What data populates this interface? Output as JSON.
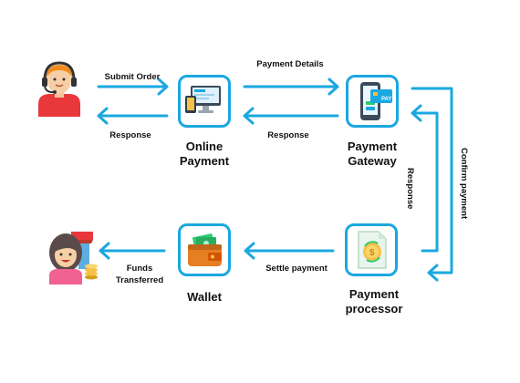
{
  "nodes": {
    "online_payment": "Online Payment",
    "payment_gateway": "Payment Gateway",
    "payment_processor": "Payment processor",
    "wallet": "Wallet"
  },
  "edges": {
    "submit_order": "Submit Order",
    "response_to_customer": "Response",
    "payment_details": "Payment Details",
    "response_to_online_payment": "Response",
    "confirm_payment": "Confirm payment",
    "response_to_gateway": "Response",
    "settle_payment": "Settle payment",
    "funds_transferred": "Funds Transferred"
  },
  "gateway_screen_text": "PAY",
  "colors": {
    "accent": "#1aa8e0",
    "text": "#111111"
  },
  "icons": {
    "customer": "customer-support-agent-icon",
    "online_payment": "desktop-and-tablet-icon",
    "payment_gateway": "mobile-pay-card-icon",
    "payment_processor": "coin-exchange-document-icon",
    "wallet": "wallet-with-cash-icon",
    "merchant": "shop-owner-with-coins-icon"
  }
}
